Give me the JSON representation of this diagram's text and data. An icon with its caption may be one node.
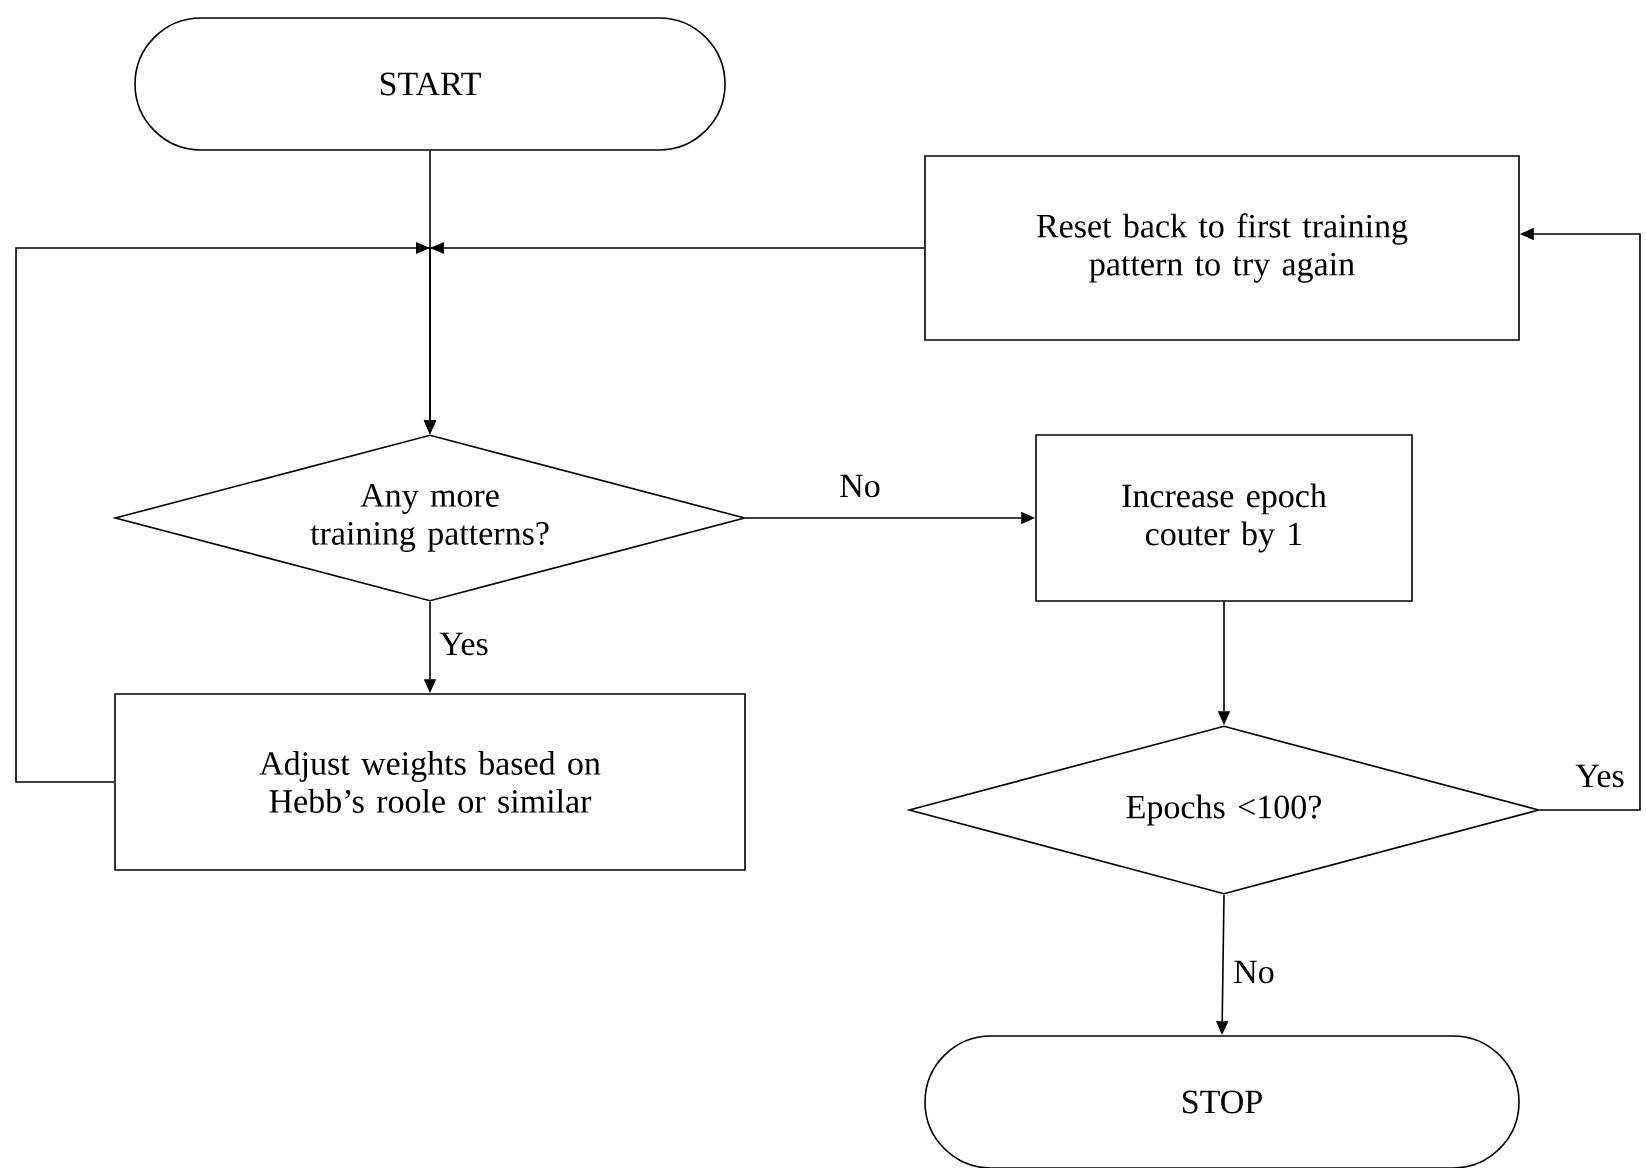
{
  "diagram": {
    "nodes": [
      {
        "text": [
          "START"
        ]
      },
      {
        "text": [
          "Reset back to first training pattern to try again"
        ]
      },
      {
        "text": [
          "Any more training patterns?"
        ]
      },
      {
        "text": [
          "Increase epoch couter by 1"
        ]
      },
      {
        "text": [
          "Adjust weights based on Hebb’s roole or similar"
        ]
      },
      {
        "text": [
          "Epochs <100?"
        ]
      },
      {
        "text": [
          "STOP"
        ]
      }
    ],
    "edges": [
      {
        "from": 0,
        "to": 2,
        "arrow": "to"
      },
      {
        "from": 4,
        "to": 2,
        "arrow": "to"
      },
      {
        "from": 1,
        "to": 2,
        "arrow": "to"
      },
      {
        "from": 2,
        "to": 3,
        "label": "No",
        "arrow": "to"
      },
      {
        "from": 2,
        "to": 4,
        "label": "Yes",
        "arrow": "to"
      },
      {
        "from": 3,
        "to": 5,
        "arrow": "to"
      },
      {
        "from": 5,
        "to": 1,
        "label": "Yes",
        "arrow": "to"
      },
      {
        "from": 5,
        "to": 6,
        "label": "No",
        "arrow": "to"
      }
    ]
  }
}
